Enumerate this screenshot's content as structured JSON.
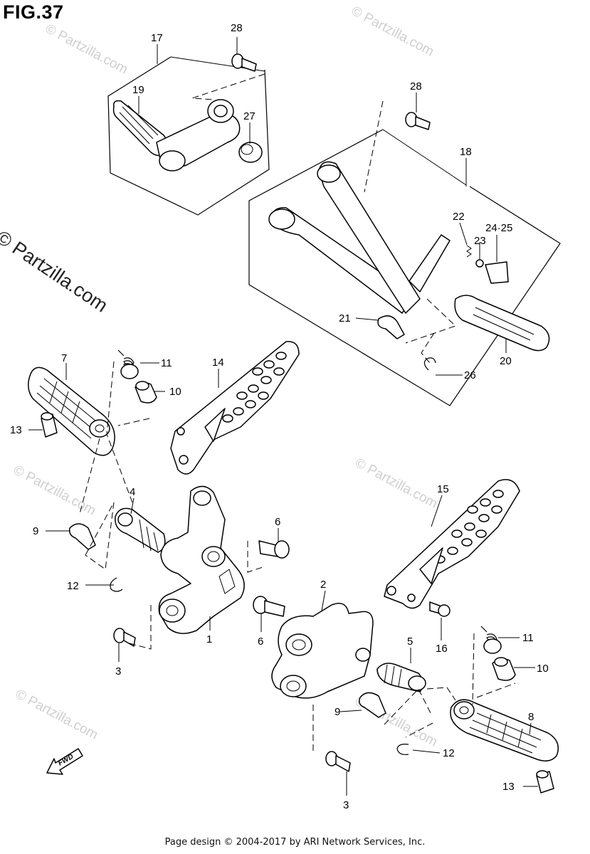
{
  "figure": {
    "title": "FIG.37"
  },
  "watermarks": {
    "main": "© Partzilla.com",
    "repeat": "© Partzilla.com"
  },
  "footer": {
    "text": "Page design © 2004-2017 by ARI Network Services, Inc."
  },
  "fwd_marker": {
    "label": "FWD",
    "icon": "fwd-arrow-icon"
  },
  "callouts": [
    "17",
    "28",
    "19",
    "27",
    "28",
    "18",
    "22",
    "23",
    "24·25",
    "21",
    "20",
    "26",
    "7",
    "11",
    "14",
    "10",
    "13",
    "4",
    "9",
    "12",
    "6",
    "1",
    "3",
    "2",
    "15",
    "5",
    "16",
    "11",
    "10",
    "9",
    "8",
    "12",
    "13",
    "3",
    "6"
  ]
}
